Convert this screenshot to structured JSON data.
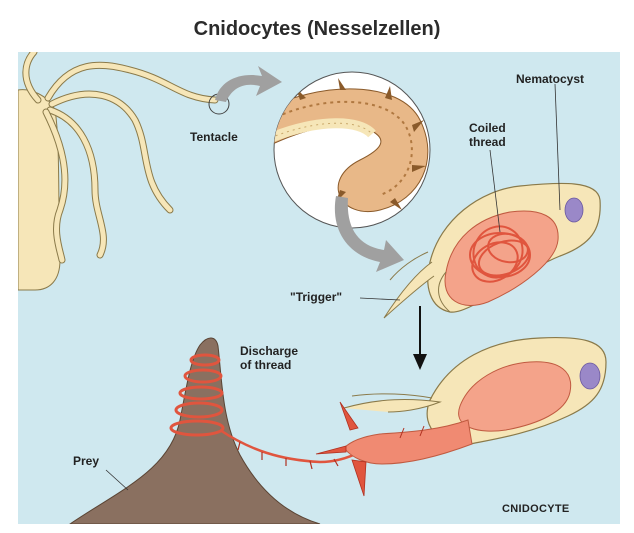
{
  "title": "Cnidocytes (Nesselzellen)",
  "labels": {
    "tentacle": "Tentacle",
    "nematocyst": "Nematocyst",
    "coiled_thread_1": "Coiled",
    "coiled_thread_2": "thread",
    "trigger": "\"Trigger\"",
    "discharge_1": "Discharge",
    "discharge_2": "of thread",
    "prey": "Prey",
    "cnidocyte": "CNIDOCYTE"
  },
  "colors": {
    "background": "#cfe8ef",
    "tissue": "#f6e6b8",
    "tissue_outline": "#8a7a4a",
    "capsule": "#f08a72",
    "thread": "#e0553e",
    "nucleus": "#9a88c8",
    "arrow": "#a0a0a0",
    "prey": "#8a7060"
  }
}
